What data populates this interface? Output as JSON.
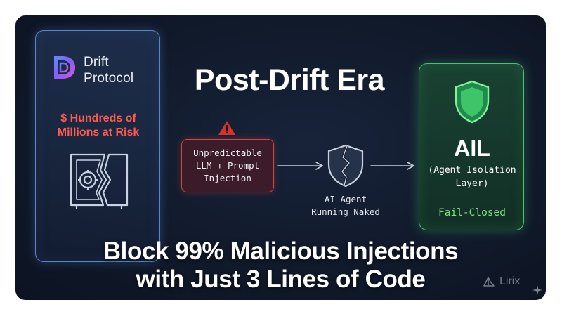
{
  "brand": {
    "name_line1": "Drift",
    "name_line2": "Protocol",
    "risk_line1": "$ Hundreds of",
    "risk_line2": "Millions at Risk"
  },
  "title": "Post-Drift Era",
  "threat": {
    "line1": "Unpredictable",
    "line2": "LLM + Prompt",
    "line3": "Injection"
  },
  "agent": {
    "line1": "AI Agent",
    "line2": "Running Naked"
  },
  "ail": {
    "title": "AIL",
    "subtitle_line1": "(Agent Isolation",
    "subtitle_line2": "Layer)",
    "status": "Fail-Closed"
  },
  "headline": {
    "line1": "Block 99% Malicious Injections",
    "line2": "with Just 3 Lines of Code"
  },
  "watermark": "Lirix",
  "colors": {
    "background": "#111a2b",
    "drift_panel_border": "#5a86c9",
    "risk_text": "#ff5a4f",
    "threat_border": "#d0453e",
    "ail_border": "#48c46a",
    "ail_status": "#7ee27f"
  },
  "icons": [
    "drift-logo-icon",
    "safe-vault-icon",
    "warning-icon",
    "broken-shield-icon",
    "shield-icon",
    "lirix-logo-icon",
    "sparkle-icon"
  ]
}
